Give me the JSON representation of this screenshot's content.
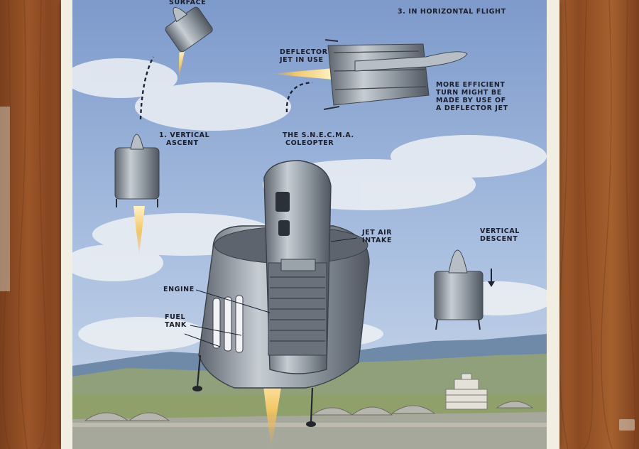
{
  "labels": {
    "surface": "SURFACE",
    "horizontal_flight": "3. IN HORIZONTAL FLIGHT",
    "deflector_jet": [
      "DEFLECTOR",
      "JET IN USE"
    ],
    "efficient_turn": [
      "MORE EFFICIENT",
      "TURN MIGHT BE",
      "MADE BY USE OF",
      "A DEFLECTOR JET"
    ],
    "vertical_ascent": [
      "1. VERTICAL",
      "ASCENT"
    ],
    "coleopter": [
      "THE S.N.E.C.M.A.",
      "COLEOPTER"
    ],
    "jet_air_intake": [
      "JET AIR",
      "INTAKE"
    ],
    "vertical_descent": [
      "VERTICAL",
      "DESCENT"
    ],
    "engine": "ENGINE",
    "fuel_tank": [
      "FUEL",
      "TANK"
    ]
  },
  "colors": {
    "sky_top": "#7f9ccd",
    "sky_bottom": "#c3d2e8",
    "cloud": "#eef1f5",
    "hills": "#6f8aa8",
    "field": "#8fa06a",
    "metal": "#9aa2aa",
    "metal_dark": "#4f5660",
    "exhaust": "#f3c766",
    "wood": "#8a4a22",
    "label_text": "#1b1d2a"
  }
}
